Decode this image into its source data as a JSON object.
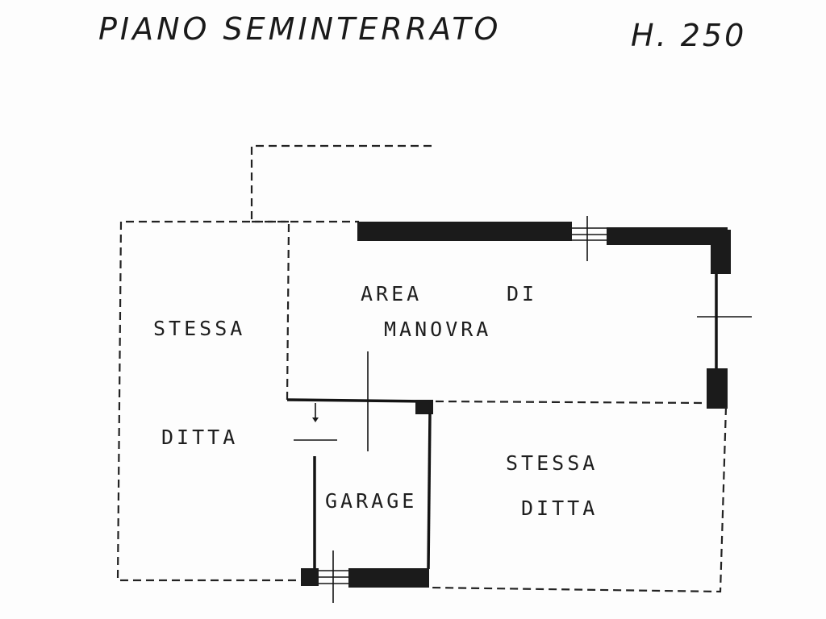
{
  "header": {
    "floor_title": "PIANO SEMINTERRATO",
    "height_label": "H. 250"
  },
  "rooms": {
    "left_top": "STESSA",
    "left_bottom": "DITTA",
    "maneuver_line1_a": "AREA",
    "maneuver_line1_b": "DI",
    "maneuver_line2": "MANOVRA",
    "garage": "GARAGE",
    "right_top": "STESSA",
    "right_bottom": "DITTA"
  },
  "colors": {
    "ink": "#1b1b1b",
    "paper": "#fdfdfd"
  }
}
